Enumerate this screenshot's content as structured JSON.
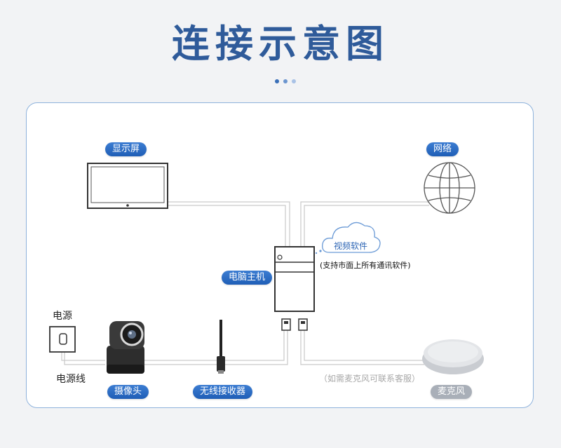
{
  "header": {
    "title": "连接示意图",
    "dot_colors": [
      "#3a6fb8",
      "#6b95cf",
      "#a9c2e6"
    ]
  },
  "labels": {
    "display": "显示屏",
    "network": "网络",
    "video_software": "视频软件",
    "software_note": "(支持市面上所有通讯软件)",
    "computer_host": "电脑主机",
    "power": "电源",
    "power_cord": "电源线",
    "camera": "摄像头",
    "wireless_receiver": "无线接收器",
    "microphone": "麦克风",
    "mic_note": "（如需麦克风可联系客服）"
  },
  "colors": {
    "accent": "#1f5eb6",
    "wire": "#c8c8c8",
    "pill_gray": "#a9afb8"
  }
}
